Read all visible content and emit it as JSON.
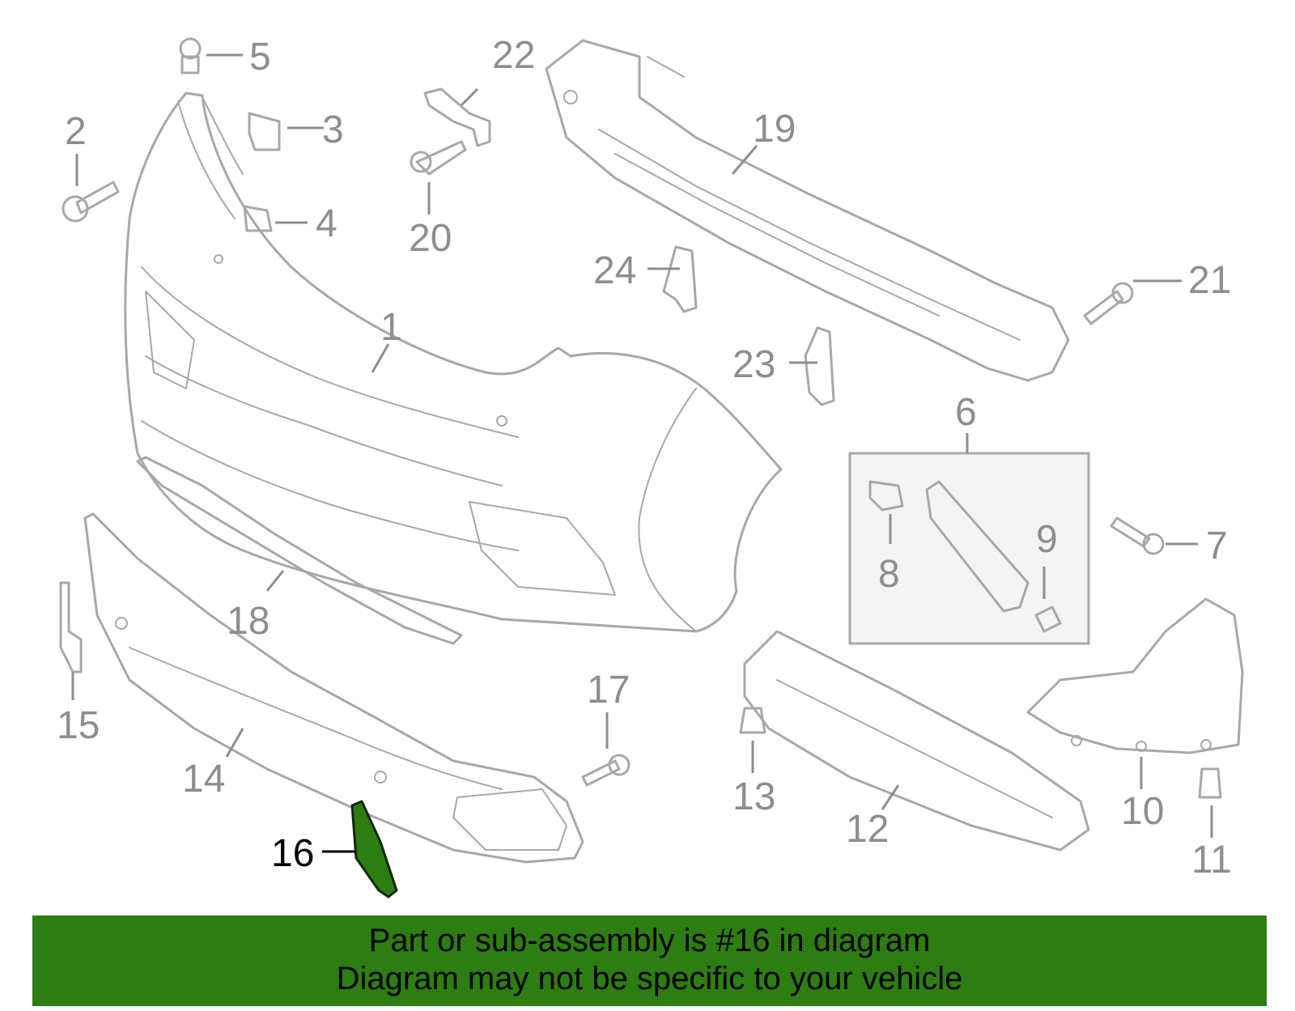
{
  "diagram": {
    "callouts": [
      {
        "id": "1",
        "label": "1"
      },
      {
        "id": "2",
        "label": "2"
      },
      {
        "id": "3",
        "label": "3"
      },
      {
        "id": "4",
        "label": "4"
      },
      {
        "id": "5",
        "label": "5"
      },
      {
        "id": "6",
        "label": "6"
      },
      {
        "id": "7",
        "label": "7"
      },
      {
        "id": "8",
        "label": "8"
      },
      {
        "id": "9",
        "label": "9"
      },
      {
        "id": "10",
        "label": "10"
      },
      {
        "id": "11",
        "label": "11"
      },
      {
        "id": "12",
        "label": "12"
      },
      {
        "id": "13",
        "label": "13"
      },
      {
        "id": "14",
        "label": "14"
      },
      {
        "id": "15",
        "label": "15"
      },
      {
        "id": "16",
        "label": "16"
      },
      {
        "id": "17",
        "label": "17"
      },
      {
        "id": "18",
        "label": "18"
      },
      {
        "id": "19",
        "label": "19"
      },
      {
        "id": "20",
        "label": "20"
      },
      {
        "id": "21",
        "label": "21"
      },
      {
        "id": "22",
        "label": "22"
      },
      {
        "id": "23",
        "label": "23"
      },
      {
        "id": "24",
        "label": "24"
      }
    ],
    "highlighted_part": "16",
    "highlight_color": "#2d7d12",
    "line_color": "#a8a8a8"
  },
  "banner": {
    "line1": "Part or sub-assembly is #16 in diagram",
    "line2": "Diagram may not be specific to your vehicle"
  }
}
